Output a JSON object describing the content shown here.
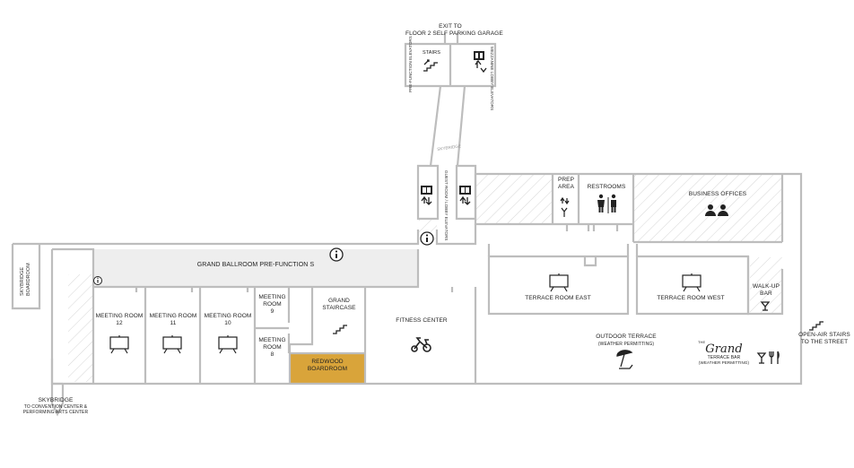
{
  "colors": {
    "wall": "#bdbdbd",
    "hatch": "#dcdcdc",
    "prefunction_fill": "#eeeeee",
    "highlight": "#d9a43a",
    "text": "#222222"
  },
  "labels": {
    "exit_garage": [
      "EXIT TO",
      "FLOOR 2 SELF PARKING GARAGE"
    ],
    "stairs_top": "STAIRS",
    "pre_function_elevators": "PRE-FUNCTION ELEVATORS",
    "mezzanine_elevators": "MEZZANINE LOBBY ELEVATORS",
    "skybridge_upper": "SKYBRIDGE",
    "guest_room_elevators": "GUEST ROOM / LOBBY ELEVATORS",
    "prep_area": [
      "PREP",
      "AREA"
    ],
    "restrooms": "RESTROOMS",
    "business_offices": "BUSINESS OFFICES",
    "skybridge_boardroom": [
      "SKYBRIDGE",
      "BOARDROOM"
    ],
    "grand_ballroom_prefunction": "GRAND BALLROOM PRE-FUNCTION S",
    "meeting_room_12": [
      "MEETING ROOM",
      "12"
    ],
    "meeting_room_11": [
      "MEETING ROOM",
      "11"
    ],
    "meeting_room_10": [
      "MEETING ROOM",
      "10"
    ],
    "meeting_room_9": [
      "MEETING",
      "ROOM",
      "9"
    ],
    "meeting_room_8": [
      "MEETING",
      "ROOM",
      "8"
    ],
    "grand_staircase": [
      "GRAND",
      "STAIRCASE"
    ],
    "redwood_boardroom": [
      "REDWOOD",
      "BOARDROOM"
    ],
    "fitness_center": "FITNESS CENTER",
    "terrace_room_east": "TERRACE ROOM EAST",
    "terrace_room_west": "TERRACE ROOM WEST",
    "walk_up_bar": [
      "WALK-UP",
      "BAR"
    ],
    "outdoor_terrace": [
      "OUTDOOR TERRACE",
      "(WEATHER PERMITTING)"
    ],
    "grand_script": "Grand",
    "the_small": "THE",
    "terrace_bar": [
      "TERRACE BAR",
      "(WEATHER PERMITTING)"
    ],
    "open_air_stairs": [
      "OPEN-AIR STAIRS",
      "TO THE STREET"
    ],
    "skybridge_convention": [
      "SKYBRIDGE",
      "TO CONVENTION CENTER &",
      "PERFORMING ARTS CENTER"
    ]
  },
  "icons": {
    "stairs": "stairs-icon",
    "elevator": "elevator-icon",
    "information": "information-icon",
    "projector_screen": "projector-screen-icon",
    "fitness_bike": "exercise-bike-icon",
    "restroom": "restroom-icon",
    "business_people": "people-icon",
    "prep_arrows": "up-down-arrows-icon",
    "cocktail": "cocktail-icon",
    "cutlery": "cutlery-icon",
    "umbrella_lounge": "umbrella-lounge-chair-icon",
    "information_symbol": "i"
  }
}
